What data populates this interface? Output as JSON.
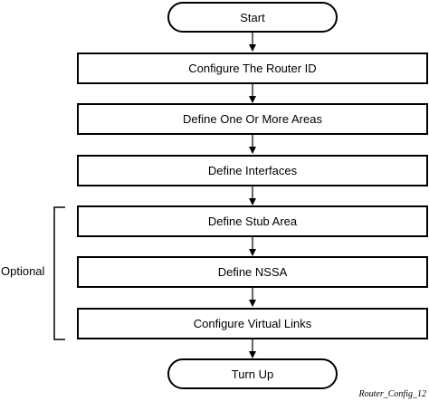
{
  "flowchart": {
    "start": "Start",
    "steps": [
      "Configure The Router ID",
      "Define One Or More Areas",
      "Define Interfaces",
      "Define Stub Area",
      "Define NSSA",
      "Configure Virtual Links"
    ],
    "end": "Turn Up",
    "optional_label": "Optional",
    "figure_id": "Router_Config_12"
  }
}
